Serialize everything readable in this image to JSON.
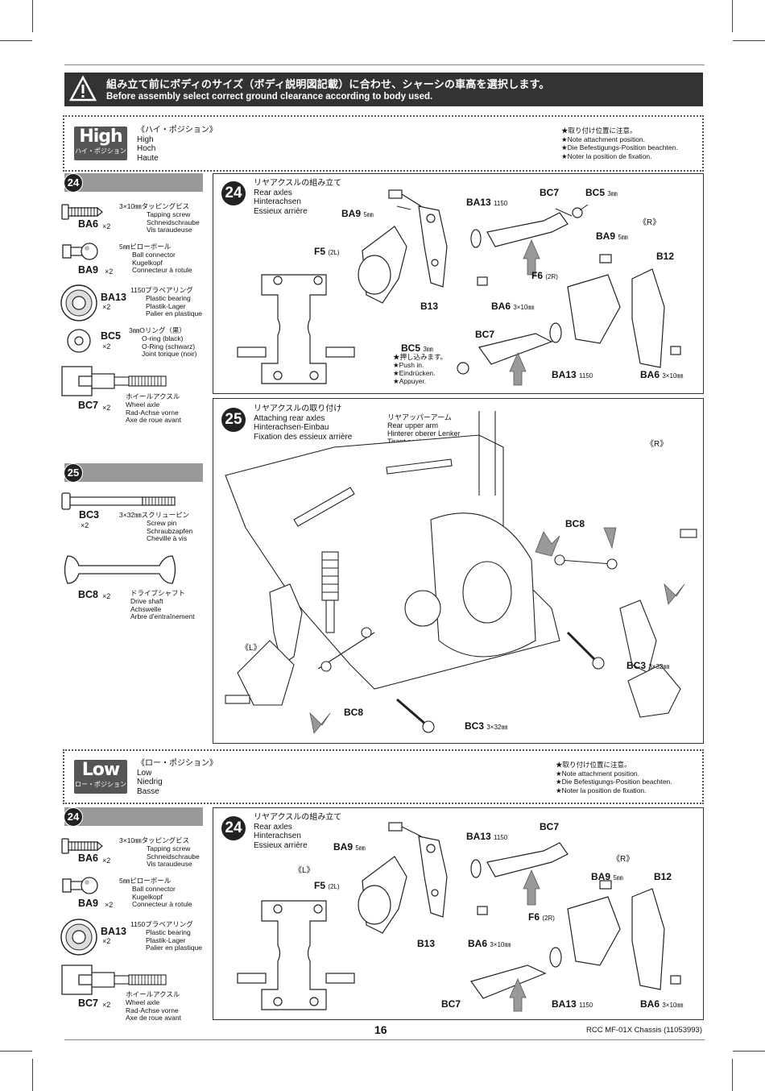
{
  "warning": {
    "jp": "組み立て前にボディのサイズ（ボディ説明図記載）に合わせ、シャーシの車高を選択します。",
    "en": "Before assembly select correct ground clearance according to body used."
  },
  "high_section": {
    "badge": "High",
    "badge_sub": "ハイ・ポジション",
    "names": [
      "《ハイ・ポジション》",
      "High",
      "Hoch",
      "Haute"
    ],
    "notes": [
      "★取り付け位置に注意。",
      "★Note attachment position.",
      "★Die Befestigungs-Position beachten.",
      "★Noter la position de fixation."
    ]
  },
  "low_section": {
    "badge": "Low",
    "badge_sub": "ロー・ポジション",
    "names": [
      "《ロー・ポジション》",
      "Low",
      "Niedrig",
      "Basse"
    ],
    "notes": [
      "★取り付け位置に注意。",
      "★Note attachment position.",
      "★Die Befestigungs-Position beachten.",
      "★Noter la position de fixation."
    ]
  },
  "step24_parts": [
    {
      "code": "BA6",
      "qty": "×2",
      "desc": [
        "3×10㎜タッピングビス",
        "Tapping screw",
        "Schneidschraube",
        "Vis taraudeuse"
      ]
    },
    {
      "code": "BA9",
      "qty": "×2",
      "desc": [
        "5㎜ピローボール",
        "Ball connector",
        "Kugelkopf",
        "Connecteur à rotule"
      ]
    },
    {
      "code": "BA13",
      "qty": "×2",
      "desc": [
        "1150プラベアリング",
        "Plastic bearing",
        "Plastik-Lager",
        "Palier en plastique"
      ]
    },
    {
      "code": "BC5",
      "qty": "×2",
      "desc": [
        "3㎜Oリング（黒）",
        "O-ring (black)",
        "O-Ring (schwarz)",
        "Joint torique (noir)"
      ]
    },
    {
      "code": "BC7",
      "qty": "×2",
      "desc": [
        "ホイールアクスル",
        "Wheel axle",
        "Rad-Achse vorne",
        "Axe de roue avant"
      ]
    }
  ],
  "step24_low_parts": [
    {
      "code": "BA6",
      "qty": "×2",
      "desc": [
        "3×10㎜タッピングビス",
        "Tapping screw",
        "Schneidschraube",
        "Vis taraudeuse"
      ]
    },
    {
      "code": "BA9",
      "qty": "×2",
      "desc": [
        "5㎜ピローボール",
        "Ball connector",
        "Kugelkopf",
        "Connecteur à rotule"
      ]
    },
    {
      "code": "BA13",
      "qty": "×2",
      "desc": [
        "1150プラベアリング",
        "Plastic bearing",
        "Plastik-Lager",
        "Palier en plastique"
      ]
    },
    {
      "code": "BC7",
      "qty": "×2",
      "desc": [
        "ホイールアクスル",
        "Wheel axle",
        "Rad-Achse vorne",
        "Axe de roue avant"
      ]
    }
  ],
  "step25_parts": [
    {
      "code": "BC3",
      "qty": "×2",
      "desc": [
        "3×32㎜スクリューピン",
        "Screw pin",
        "Schraubzapfen",
        "Cheville à vis"
      ]
    },
    {
      "code": "BC8",
      "qty": "×2",
      "desc": [
        "ドライブシャフト",
        "Drive shaft",
        "Achswelle",
        "Arbre d'entraînement"
      ]
    }
  ],
  "step_numbers": {
    "s24": "24",
    "s25": "25"
  },
  "panel24": {
    "title": [
      "リヤアクスルの組み立て",
      "Rear axles",
      "Hinterachsen",
      "Essieux arrière"
    ],
    "labels": {
      "ba9": "BA9",
      "ba9_size": "5㎜",
      "ba13": "BA13",
      "ba13_size": "1150",
      "bc7": "BC7",
      "bc5": "BC5",
      "bc5_size": "3㎜",
      "r": "《R》",
      "ba9b": "BA9",
      "ba9b_size": "5㎜",
      "b12": "B12",
      "f5": "F5",
      "f5_size": "(2L)",
      "f6": "F6",
      "f6_size": "(2R)",
      "b13": "B13",
      "ba6": "BA6",
      "ba6_size": "3×10㎜",
      "bc5b": "BC5",
      "bc5b_size": "3㎜",
      "bc7b": "BC7",
      "ba13b": "BA13",
      "ba13b_size": "1150",
      "ba6b": "BA6",
      "ba6b_size": "3×10㎜"
    },
    "push": [
      "★押し込みます。",
      "★Push in.",
      "★Eindrücken.",
      "★Appuyer."
    ]
  },
  "panel25": {
    "title": [
      "リヤアクスルの取り付け",
      "Attaching rear axles",
      "Hinterachsen-Einbau",
      "Fixation des essieux arrière"
    ],
    "upper_arm": [
      "リヤアッパーアーム",
      "Rear upper arm",
      "Hinterer oberer Lenker",
      "Tirant arrière"
    ],
    "labels": {
      "r": "《R》",
      "l": "《L》",
      "bc8a": "BC8",
      "bc8b": "BC8",
      "bc3a": "BC3",
      "bc3a_size": "3×32㎜",
      "bc3b": "BC3",
      "bc3b_size": "3×32㎜"
    }
  },
  "panel24_low": {
    "title": [
      "リヤアクスルの組み立て",
      "Rear axles",
      "Hinterachsen",
      "Essieux arrière"
    ],
    "labels": {
      "ba9": "BA9",
      "ba9_size": "5㎜",
      "ba13": "BA13",
      "ba13_size": "1150",
      "bc7": "BC7",
      "l": "《L》",
      "r": "《R》",
      "ba9b": "BA9",
      "ba9b_size": "5㎜",
      "b12": "B12",
      "f5": "F5",
      "f5_size": "(2L)",
      "f6": "F6",
      "f6_size": "(2R)",
      "b13": "B13",
      "ba6": "BA6",
      "ba6_size": "3×10㎜",
      "bc7b": "BC7",
      "ba13b": "BA13",
      "ba13b_size": "1150",
      "ba6b": "BA6",
      "ba6b_size": "3×10㎜"
    }
  },
  "footer": {
    "page": "16",
    "model": "RCC MF-01X Chassis (11053993)"
  }
}
